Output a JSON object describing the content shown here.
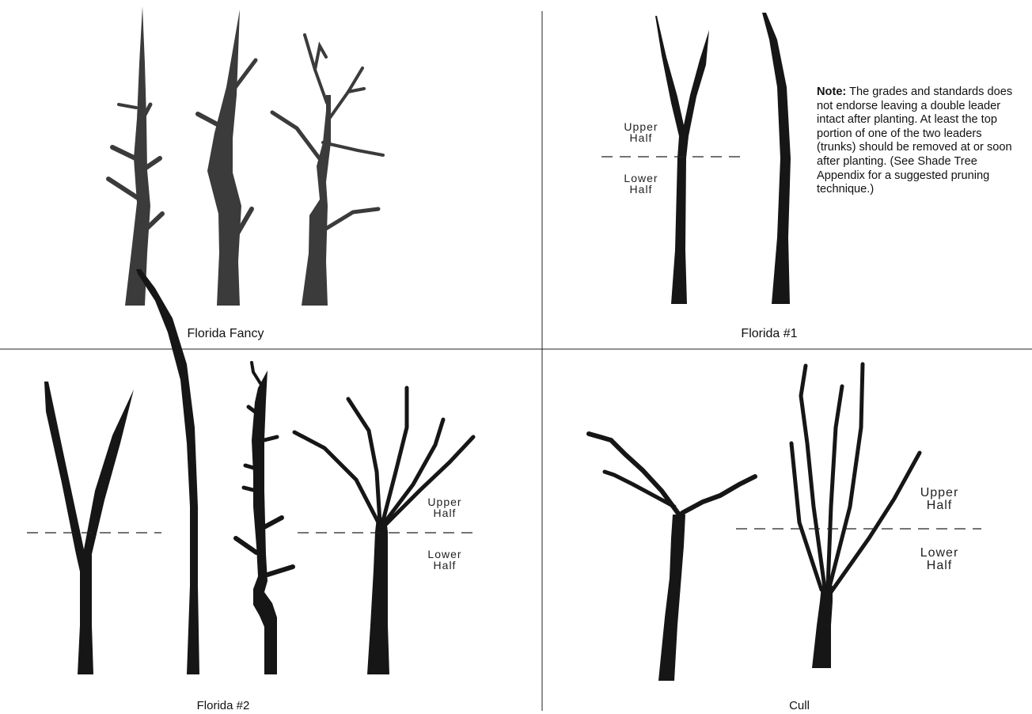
{
  "panels": {
    "fancy": {
      "caption": "Florida Fancy"
    },
    "one": {
      "caption": "Florida #1",
      "upper_label": [
        "Upper",
        "Half"
      ],
      "lower_label": [
        "Lower",
        "Half"
      ],
      "note_heading": "Note:",
      "note_text": "The grades and standards does not endorse leaving a double leader intact after planting.  At least the top portion of one of the two leaders (trunks) should be removed at or soon after planting. (See Shade Tree Appendix for a suggested pruning technique.)"
    },
    "two": {
      "caption": "Florida #2",
      "upper_label": [
        "Upper",
        "Half"
      ],
      "lower_label": [
        "Lower",
        "Half"
      ]
    },
    "cull": {
      "caption": "Cull",
      "upper_label": [
        "Upper",
        "Half"
      ],
      "lower_label": [
        "Lower",
        "Half"
      ]
    }
  },
  "colors": {
    "tree_gray": "#3b3b3b",
    "tree_black": "#161616",
    "rule": "#222222"
  }
}
